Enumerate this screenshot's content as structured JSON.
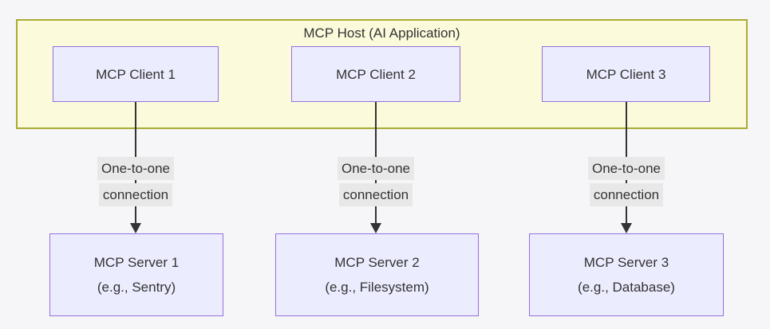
{
  "diagram": {
    "host": {
      "title": "MCP Host (AI Application)",
      "clients": [
        {
          "label": "MCP Client 1"
        },
        {
          "label": "MCP Client 2"
        },
        {
          "label": "MCP Client 3"
        }
      ]
    },
    "connections": [
      {
        "line1": "One-to-one",
        "line2": "connection"
      },
      {
        "line1": "One-to-one",
        "line2": "connection"
      },
      {
        "line1": "One-to-one",
        "line2": "connection"
      }
    ],
    "servers": [
      {
        "name": "MCP Server 1",
        "example": "(e.g., Sentry)"
      },
      {
        "name": "MCP Server 2",
        "example": "(e.g., Filesystem)"
      },
      {
        "name": "MCP Server 3",
        "example": "(e.g., Database)"
      }
    ]
  },
  "colors": {
    "page_bg": "#f6f6f8",
    "host_fill": "#fbfbdc",
    "host_border": "#aaaa33",
    "node_fill": "#ececff",
    "node_border": "#9370db",
    "edge": "#333333",
    "label_bg": "#e8e8e8",
    "text": "#333333"
  }
}
